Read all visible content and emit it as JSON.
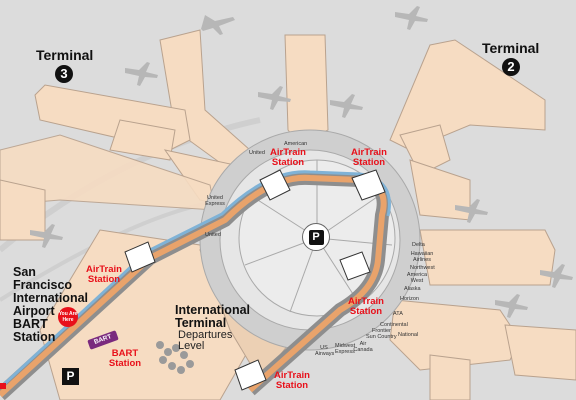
{
  "terminals": {
    "t3": {
      "label": "Terminal",
      "number": "3"
    },
    "t2": {
      "label": "Terminal",
      "number": "2"
    }
  },
  "airtrain_stations": [
    {
      "label": "AirTrain Station"
    },
    {
      "label": "AirTrain Station"
    },
    {
      "label": "AirTrain Station"
    },
    {
      "label": "AirTrain Station"
    },
    {
      "label": "AirTrain Station"
    }
  ],
  "bart_station": {
    "label": "BART Station",
    "badge": "BART"
  },
  "sfo_bart": {
    "line1": "San",
    "line2": "Francisco",
    "line3": "International",
    "line4": "Airport",
    "line5": "BART",
    "line6": "Station"
  },
  "international_terminal": {
    "title_line1": "International",
    "title_line2": "Terminal",
    "sub_line1": "Departures",
    "sub_line2": "Level"
  },
  "you_are_here": "You Are Here",
  "parking": {
    "symbol": "P"
  },
  "airlines": {
    "american": "American",
    "united_top": "United",
    "united_express": "United Express",
    "united_left": "United",
    "delta": "Delta",
    "hawaiian": "Hawaiian Airlines",
    "northwest": "Northwest",
    "america_west": "America West",
    "alaska": "Alaska",
    "horizon": "Horizon",
    "ata": "ATA",
    "continental": "Continental",
    "frontier": "Frontier",
    "suncountry": "Sun Country",
    "air_canada": "Air Canada",
    "midwest": "Midwest Express",
    "national": "National",
    "us_airways": "US Airways"
  },
  "colors": {
    "airtrain_track": "#e9a36b",
    "bart_track": "#7fb2d6",
    "building": "#f6dcc2",
    "station_text": "#e8101a",
    "background": "#dcdcdc"
  }
}
